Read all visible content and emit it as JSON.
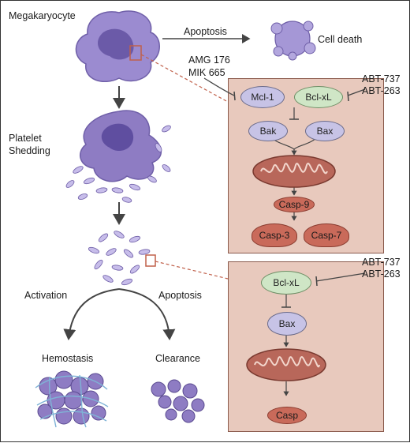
{
  "labels": {
    "megakaryocyte": "Megakaryocyte",
    "apoptosis_top": "Apoptosis",
    "cell_death": "Cell death",
    "platelet": "Platelet",
    "shedding": "Shedding",
    "activation": "Activation",
    "apoptosis_bottom": "Apoptosis",
    "hemostasis": "Hemostasis",
    "clearance": "Clearance"
  },
  "inhibitors": {
    "amg": "AMG 176",
    "mik": "MIK 665",
    "abt737_top": "ABT-737",
    "abt263_top": "ABT-263",
    "abt737_bottom": "ABT-737",
    "abt263_bottom": "ABT-263"
  },
  "top_panel": {
    "mcl1": "Mcl-1",
    "bclxl": "Bcl-xL",
    "bak": "Bak",
    "bax": "Bax",
    "casp9": "Casp-9",
    "casp3": "Casp-3",
    "casp7": "Casp-7"
  },
  "bottom_panel": {
    "bclxl": "Bcl-xL",
    "bax": "Bax",
    "casp": "Casp"
  },
  "colors": {
    "cell_purple": "#8e7cc3",
    "panel_fill": "#e8c9bd",
    "mito": "#b8675a",
    "casp": "#c96a5a"
  }
}
